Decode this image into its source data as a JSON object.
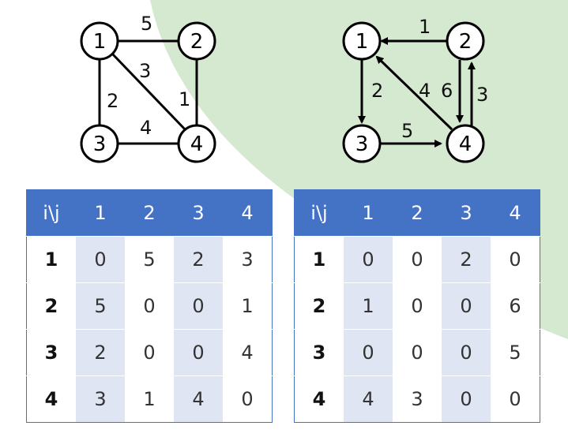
{
  "colors": {
    "header_bg": "#4472c4",
    "shaded_cell": "#dfe5f3",
    "background_green": "#d5e8d0",
    "node_stroke": "#000000"
  },
  "undirected_graph": {
    "nodes": [
      "1",
      "2",
      "3",
      "4"
    ],
    "edges": [
      {
        "from": "1",
        "to": "2",
        "weight": "5"
      },
      {
        "from": "1",
        "to": "3",
        "weight": "2"
      },
      {
        "from": "1",
        "to": "4",
        "weight": "3"
      },
      {
        "from": "2",
        "to": "4",
        "weight": "1"
      },
      {
        "from": "3",
        "to": "4",
        "weight": "4"
      }
    ]
  },
  "directed_graph": {
    "nodes": [
      "1",
      "2",
      "3",
      "4"
    ],
    "edges": [
      {
        "from": "2",
        "to": "1",
        "weight": "1"
      },
      {
        "from": "1",
        "to": "3",
        "weight": "2"
      },
      {
        "from": "4",
        "to": "1",
        "weight": "4"
      },
      {
        "from": "2",
        "to": "4",
        "weight": "6"
      },
      {
        "from": "4",
        "to": "2",
        "weight": "3"
      },
      {
        "from": "3",
        "to": "4",
        "weight": "5"
      }
    ]
  },
  "matrix_undirected": {
    "corner": "i\\j",
    "columns": [
      "1",
      "2",
      "3",
      "4"
    ],
    "rows": [
      {
        "label": "1",
        "values": [
          "0",
          "5",
          "2",
          "3"
        ]
      },
      {
        "label": "2",
        "values": [
          "5",
          "0",
          "0",
          "1"
        ]
      },
      {
        "label": "3",
        "values": [
          "2",
          "0",
          "0",
          "4"
        ]
      },
      {
        "label": "4",
        "values": [
          "3",
          "1",
          "4",
          "0"
        ]
      }
    ]
  },
  "matrix_directed": {
    "corner": "i\\j",
    "columns": [
      "1",
      "2",
      "3",
      "4"
    ],
    "rows": [
      {
        "label": "1",
        "values": [
          "0",
          "0",
          "2",
          "0"
        ]
      },
      {
        "label": "2",
        "values": [
          "1",
          "0",
          "0",
          "6"
        ]
      },
      {
        "label": "3",
        "values": [
          "0",
          "0",
          "0",
          "5"
        ]
      },
      {
        "label": "4",
        "values": [
          "4",
          "3",
          "0",
          "0"
        ]
      }
    ]
  }
}
